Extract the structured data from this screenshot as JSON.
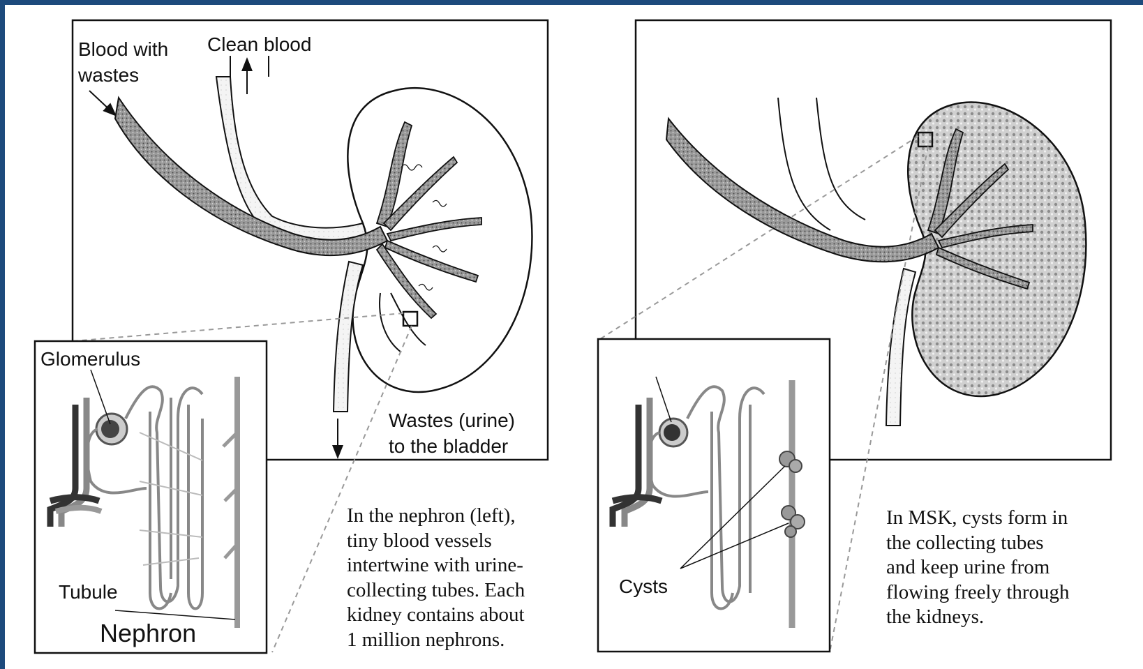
{
  "theme": {
    "frame_color": "#1d4a7c",
    "ink": "#111111"
  },
  "left_panel": {
    "labels": {
      "blood_with_wastes": "Blood with\nwastes",
      "clean_blood": "Clean blood",
      "wastes_urine": "Wastes (urine)\nto the bladder"
    }
  },
  "left_inset": {
    "glomerulus": "Glomerulus",
    "tubule": "Tubule",
    "title": "Nephron"
  },
  "left_caption": "In the nephron (left),\ntiny blood vessels\nintertwine with urine-\ncollecting tubes.  Each\nkidney contains about\n1 million nephrons.",
  "right_inset": {
    "cysts": "Cysts"
  },
  "right_caption": "In MSK, cysts form in\nthe collecting tubes\nand keep urine from\nflowing freely through\nthe kidneys."
}
